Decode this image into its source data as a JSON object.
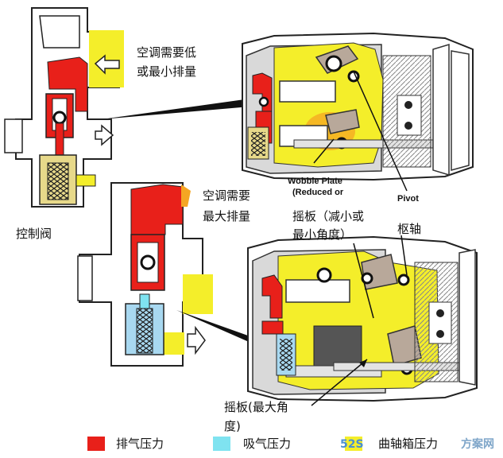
{
  "labels": {
    "ac_low_line1": "空调需要低",
    "ac_low_line2": "或最小排量",
    "control_valve": "控制阀",
    "ac_max_line1": "空调需要",
    "ac_max_line2": "最大排量",
    "wobble_reduced_cn_line1": "摇板（减小或",
    "wobble_reduced_cn_line2": "最小角度）",
    "pivot_cn": "枢轴",
    "wobble_max_line1": "摇板(最大角",
    "wobble_max_line2": "度)",
    "wobble_plate_en_line1": "Wobble Plate",
    "wobble_plate_en_line2": "(Reduced or",
    "pivot_en": "Pivot"
  },
  "legend": [
    {
      "text": "排气压力",
      "color": "#e8201a"
    },
    {
      "text": "吸气压力",
      "color": "#7fe3f0"
    },
    {
      "text": "曲轴箱压力",
      "color": "#f4ee2a"
    }
  ],
  "watermark": {
    "prefix": "52S",
    "suffix": "方案网"
  },
  "colors": {
    "discharge": "#e8201a",
    "suction": "#7fe3f0",
    "crankcase": "#f4ee2a",
    "metal": "#d9d9d9"
  }
}
